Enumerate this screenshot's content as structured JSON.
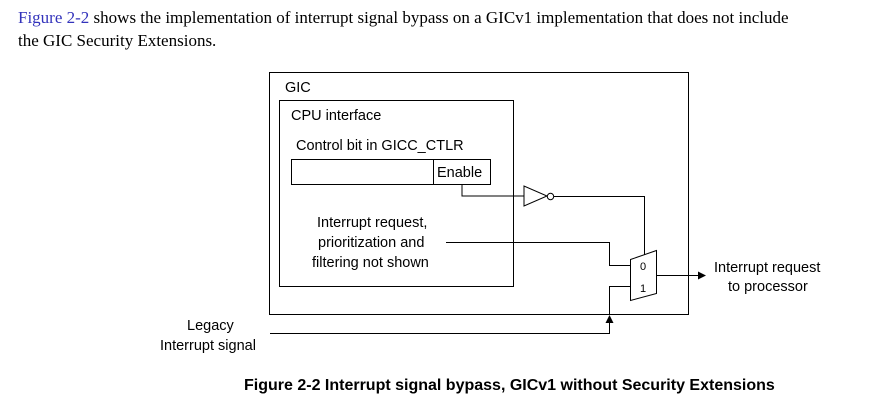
{
  "intro": {
    "figure_ref": "Figure 2-2",
    "text_line1": " shows the implementation of interrupt signal bypass on a GICv1 implementation that does not include",
    "text_line2": "the GIC Security Extensions."
  },
  "diagram": {
    "gic_label": "GIC",
    "cpu_interface_label": "CPU interface",
    "control_bit_label": "Control bit in GICC_CTLR",
    "enable_label": "Enable",
    "interrupt_request_lines": [
      "Interrupt request,",
      "prioritization and",
      "filtering not shown"
    ],
    "mux_input_0": "0",
    "mux_input_1": "1",
    "output_lines": [
      "Interrupt request",
      "to processor"
    ],
    "legacy_lines": [
      "Legacy",
      "Interrupt signal"
    ]
  },
  "caption": "Figure 2-2 Interrupt signal bypass, GICv1 without Security Extensions"
}
